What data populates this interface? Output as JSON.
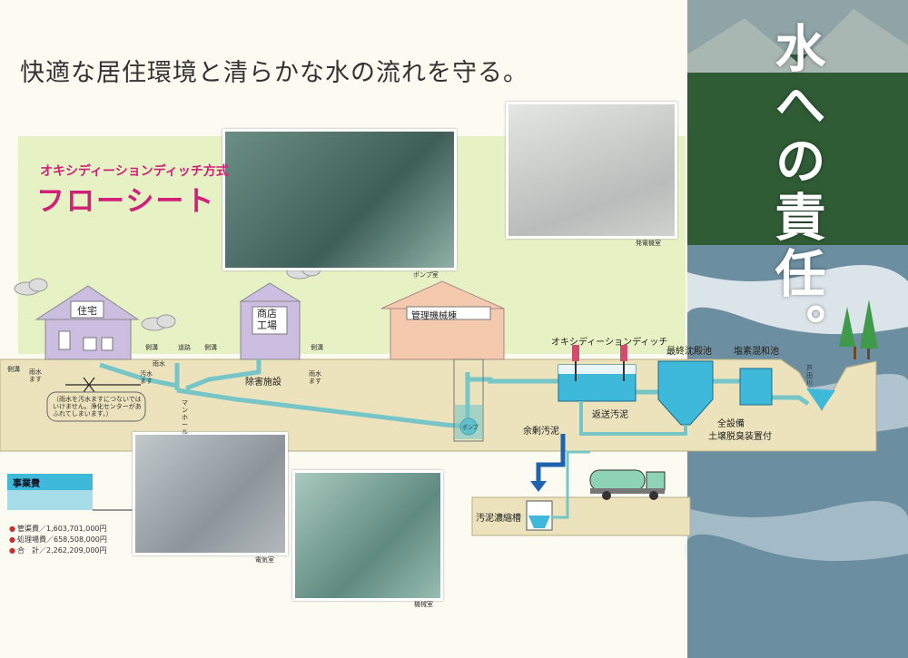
{
  "headline": "快適な居住環境と清らかな水の流れを守る。",
  "vertical_title": "水への責任。",
  "flow_subtitle": "オキシディーションディッチ方式",
  "flow_title": "フローシート",
  "photo_captions": {
    "pump": "ポンプ室",
    "generator": "発電機室",
    "electric": "電気室",
    "machine": "機械室"
  },
  "buildings": {
    "house": "住宅",
    "shop": "商店\n工場",
    "admin": "管理機械棟"
  },
  "ground_labels": {
    "gutter1": "側溝",
    "rain1": "雨水ます",
    "gutter2": "側溝",
    "rain2": "雨水",
    "sewage_box": "汚水ます",
    "road": "道路",
    "gutter3": "側溝",
    "manhole": "マンホール",
    "exclusion": "除害施設",
    "gutter4": "側溝",
    "rain3": "雨水ます",
    "pump": "ポンプ",
    "note": "（雨水を汚水ますにつないではいけません。浄化センターがあふれてしまいます。）"
  },
  "process_labels": {
    "oxidation_ditch": "オキシディーションディッチ",
    "final_settling": "最終沈殿池",
    "chlorine": "塩素混和池",
    "river": "芦田川",
    "return_sludge": "返送汚泥",
    "excess_sludge": "余剰汚泥",
    "equipment": "全設備",
    "deodorize": "土壌脱臭装置付",
    "thickener": "汚泥濃縮槽"
  },
  "cost": {
    "header": "事業費",
    "rows": [
      {
        "label": "管渠費／",
        "amount": "1,603,701,000円"
      },
      {
        "label": "処理場費／",
        "amount": "658,508,000円"
      },
      {
        "label": "合　計／",
        "amount": "2,262,209,000円"
      }
    ]
  },
  "colors": {
    "accent_magenta": "#d0207a",
    "panel_green": "#e7f2c4",
    "ground": "#ece3bc",
    "water": "#3fb9d9",
    "pipe": "#76c6c7",
    "sludge_arrow": "#1d63b0"
  }
}
